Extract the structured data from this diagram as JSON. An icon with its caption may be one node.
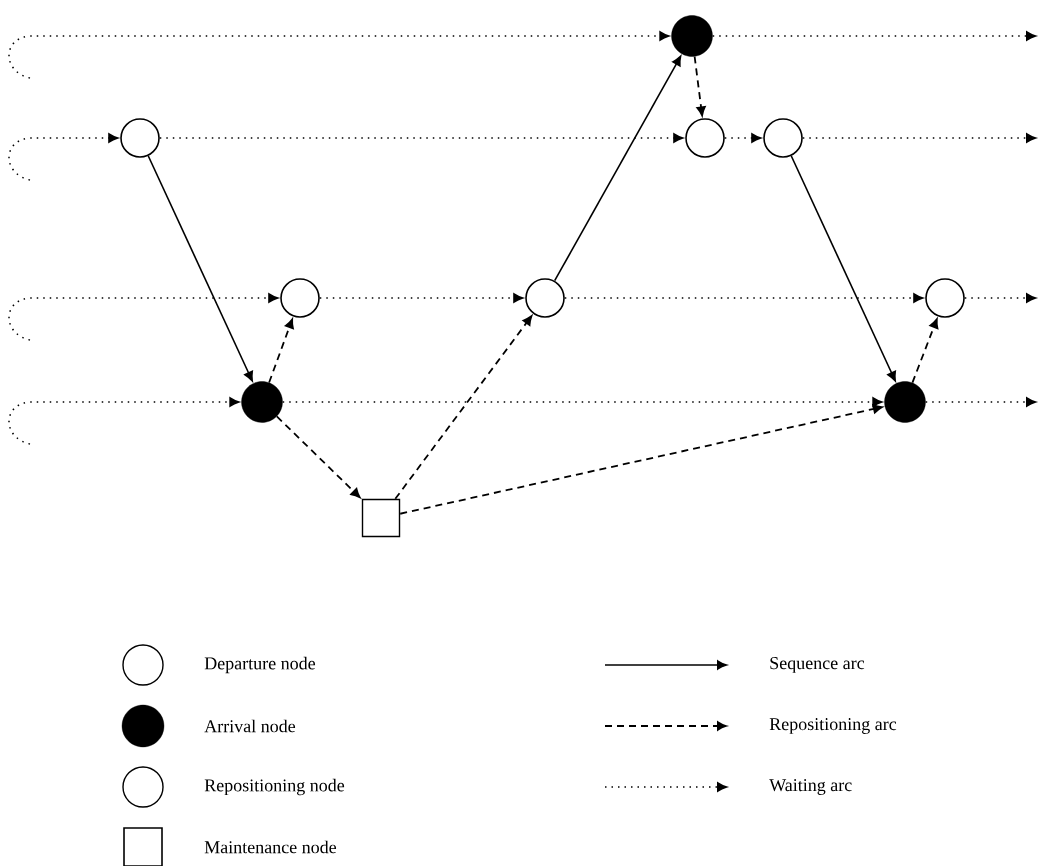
{
  "diagram": {
    "nodes": [
      {
        "text": [],
        "shape": "disc"
      },
      {
        "text": [],
        "shape": "circle"
      },
      {
        "text": [],
        "shape": "circle"
      },
      {
        "text": [],
        "shape": "circle"
      },
      {
        "text": [],
        "shape": "circle"
      },
      {
        "text": [],
        "shape": "circle"
      },
      {
        "text": [],
        "shape": "circle"
      },
      {
        "text": [],
        "shape": "disc"
      },
      {
        "text": [],
        "shape": "disc"
      },
      {
        "text": [],
        "shape": "box"
      }
    ],
    "edges": [
      {
        "from": null,
        "to": 0,
        "arrow": "to",
        "style": "dashed"
      },
      {
        "from": 0,
        "to": null,
        "arrow": "to",
        "style": "dashed"
      },
      {
        "from": null,
        "to": 1,
        "arrow": "to",
        "style": "dashed"
      },
      {
        "from": 1,
        "to": 2,
        "arrow": "to",
        "style": "dashed"
      },
      {
        "from": 2,
        "to": 3,
        "arrow": "to",
        "style": "dashed"
      },
      {
        "from": 3,
        "to": null,
        "arrow": "to",
        "style": "dashed"
      },
      {
        "from": null,
        "to": 4,
        "arrow": "to",
        "style": "dashed"
      },
      {
        "from": 4,
        "to": 5,
        "arrow": "to",
        "style": "dashed"
      },
      {
        "from": 5,
        "to": 6,
        "arrow": "to",
        "style": "dashed"
      },
      {
        "from": 6,
        "to": null,
        "arrow": "to",
        "style": "dashed"
      },
      {
        "from": null,
        "to": 7,
        "arrow": "to",
        "style": "dashed"
      },
      {
        "from": 7,
        "to": 8,
        "arrow": "to",
        "style": "dashed"
      },
      {
        "from": 8,
        "to": null,
        "arrow": "to",
        "style": "dashed"
      },
      {
        "from": 1,
        "to": 7,
        "arrow": "to"
      },
      {
        "from": 5,
        "to": 0,
        "arrow": "to"
      },
      {
        "from": 3,
        "to": 8,
        "arrow": "to"
      },
      {
        "from": 0,
        "to": 2,
        "arrow": "to",
        "style": "dashed"
      },
      {
        "from": 7,
        "to": 4,
        "arrow": "to",
        "style": "dashed"
      },
      {
        "from": 7,
        "to": 9,
        "arrow": "to",
        "style": "dashed"
      },
      {
        "from": 9,
        "to": 5,
        "arrow": "to",
        "style": "dashed"
      },
      {
        "from": 9,
        "to": 8,
        "arrow": "to",
        "style": "dashed"
      },
      {
        "from": 8,
        "to": 6,
        "arrow": "to",
        "style": "dashed"
      }
    ],
    "legend": [
      {
        "text": "Departure node"
      },
      {
        "text": "Arrival node"
      },
      {
        "text": "Repositioning node"
      },
      {
        "text": "Maintenance node"
      },
      {
        "text": "Sequence arc"
      },
      {
        "text": "Repositioning arc"
      },
      {
        "text": "Waiting arc"
      }
    ]
  }
}
